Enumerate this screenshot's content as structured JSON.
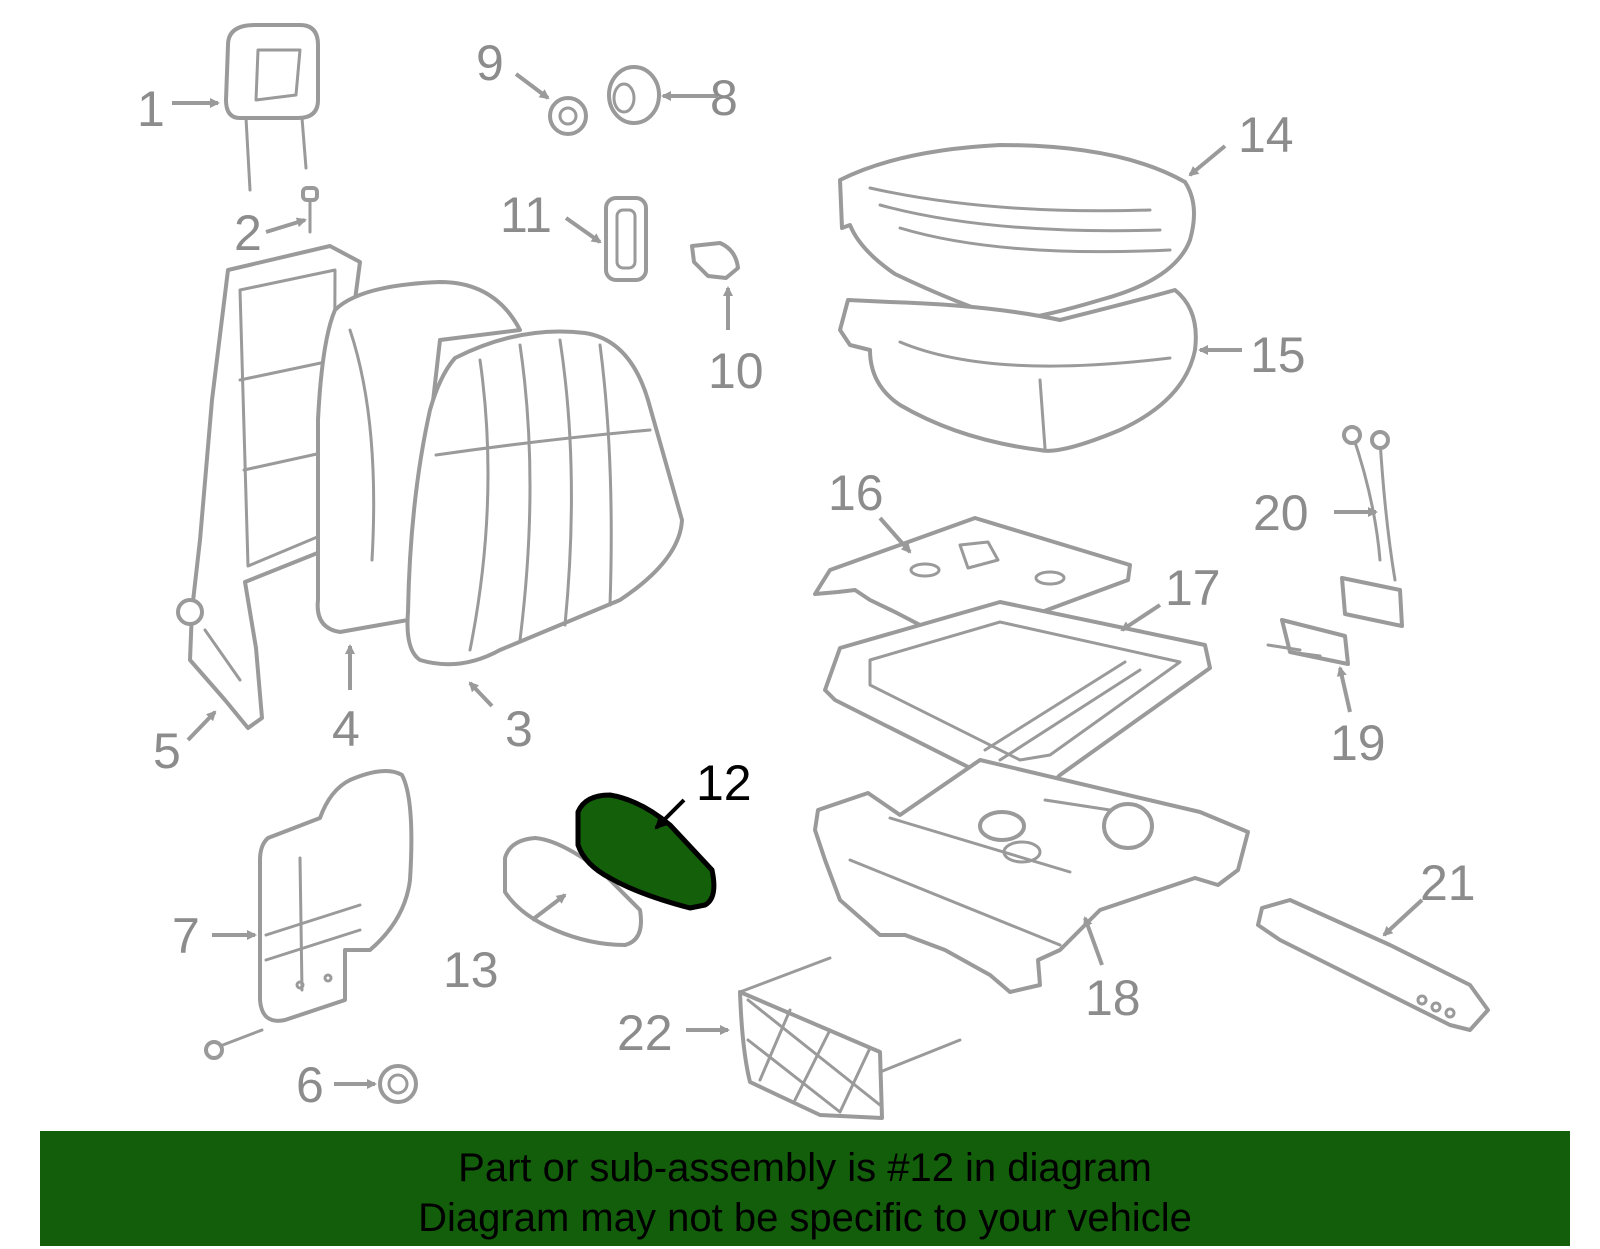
{
  "callouts": {
    "c1": "1",
    "c2": "2",
    "c3": "3",
    "c4": "4",
    "c5": "5",
    "c6": "6",
    "c7": "7",
    "c8": "8",
    "c9": "9",
    "c10": "10",
    "c11": "11",
    "c12": "12",
    "c13": "13",
    "c14": "14",
    "c15": "15",
    "c16": "16",
    "c17": "17",
    "c18": "18",
    "c19": "19",
    "c20": "20",
    "c21": "21",
    "c22": "22"
  },
  "highlighted_part": "12",
  "colors": {
    "highlight": "#145f0a",
    "banner": "#135e0b",
    "line_art": "#9a9a9a"
  },
  "banner": {
    "line1": "Part or sub-assembly is #12 in diagram",
    "line2": "Diagram may not be specific to your vehicle"
  }
}
